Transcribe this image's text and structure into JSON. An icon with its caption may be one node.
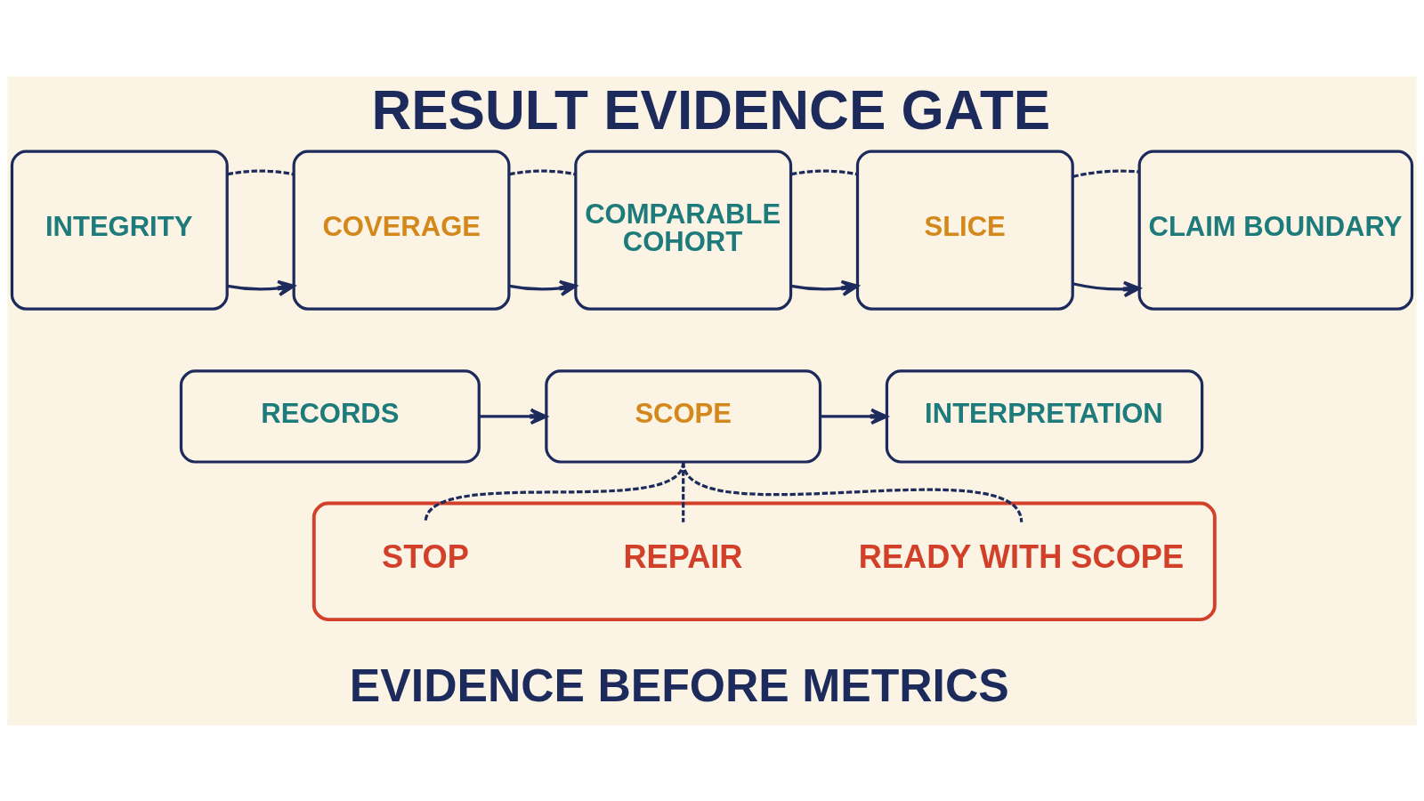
{
  "diagram": {
    "title": "RESULT EVIDENCE GATE",
    "caption": "EVIDENCE BEFORE METRICS",
    "nodes": [
      {
        "text": [
          "INTEGRITY"
        ]
      },
      {
        "text": [
          "COVERAGE"
        ]
      },
      {
        "text": [
          "COMPARABLE COHORT"
        ]
      },
      {
        "text": [
          "SLICE"
        ]
      },
      {
        "text": [
          "CLAIM BOUNDARY"
        ]
      },
      {
        "text": [
          "RECORDS"
        ]
      },
      {
        "text": [
          "SCOPE"
        ]
      },
      {
        "text": [
          "INTERPRETATION"
        ]
      },
      {
        "text": [],
        "shape": "box"
      },
      {
        "text": [
          "STOP"
        ],
        "in": 8
      },
      {
        "text": [
          "REPAIR"
        ],
        "in": 8
      },
      {
        "text": [
          "READY WITH SCOPE"
        ],
        "in": 8
      }
    ],
    "edges": [
      {
        "from": 0,
        "to": 1,
        "arrow": "to"
      },
      {
        "from": 1,
        "to": 2,
        "arrow": "to"
      },
      {
        "from": 2,
        "to": 3,
        "arrow": "to"
      },
      {
        "from": 3,
        "to": 4,
        "arrow": "to"
      },
      {
        "from": 0,
        "to": 1,
        "arrow": "none",
        "style": "dashed"
      },
      {
        "from": 1,
        "to": 2,
        "arrow": "none",
        "style": "dashed"
      },
      {
        "from": 2,
        "to": 3,
        "arrow": "none",
        "style": "dashed"
      },
      {
        "from": 3,
        "to": 4,
        "arrow": "none",
        "style": "dashed"
      },
      {
        "from": 5,
        "to": 6,
        "arrow": "to"
      },
      {
        "from": 6,
        "to": 7,
        "arrow": "to"
      },
      {
        "from": 6,
        "to": 9,
        "arrow": "none",
        "style": "dashed"
      },
      {
        "from": 6,
        "to": 10,
        "arrow": "none",
        "style": "dashed"
      },
      {
        "from": 6,
        "to": 11,
        "arrow": "none",
        "style": "dashed"
      }
    ]
  }
}
